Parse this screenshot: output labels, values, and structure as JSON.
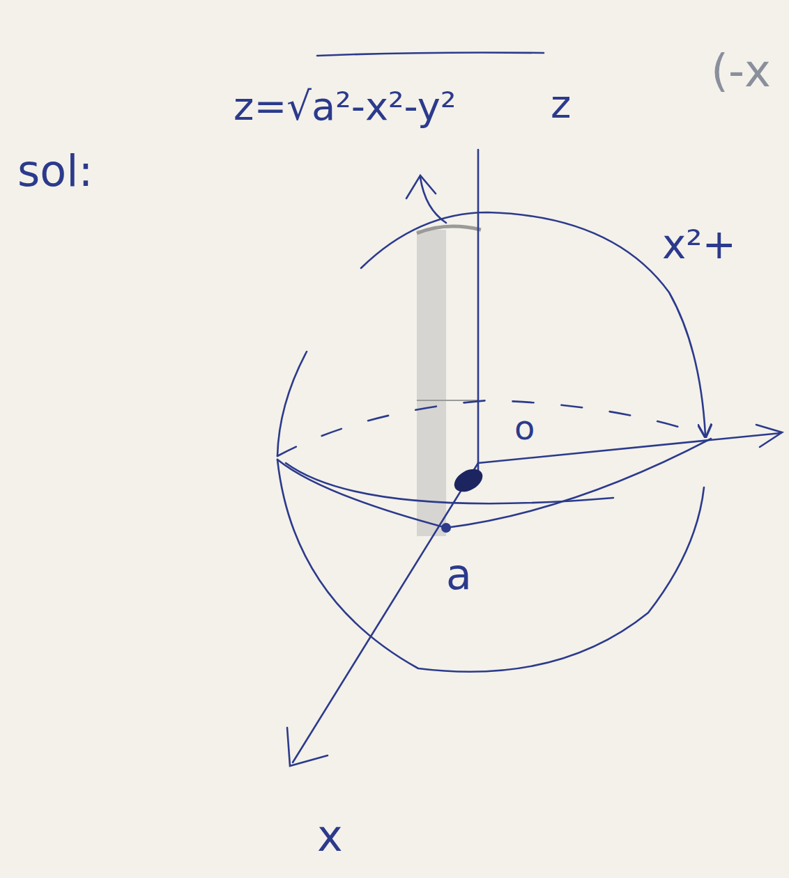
{
  "diagram": {
    "labels": [
      "sol:",
      "z=√a²-x²-y²",
      "z",
      "(-x",
      "x²+",
      "o",
      "a",
      "x"
    ]
  }
}
